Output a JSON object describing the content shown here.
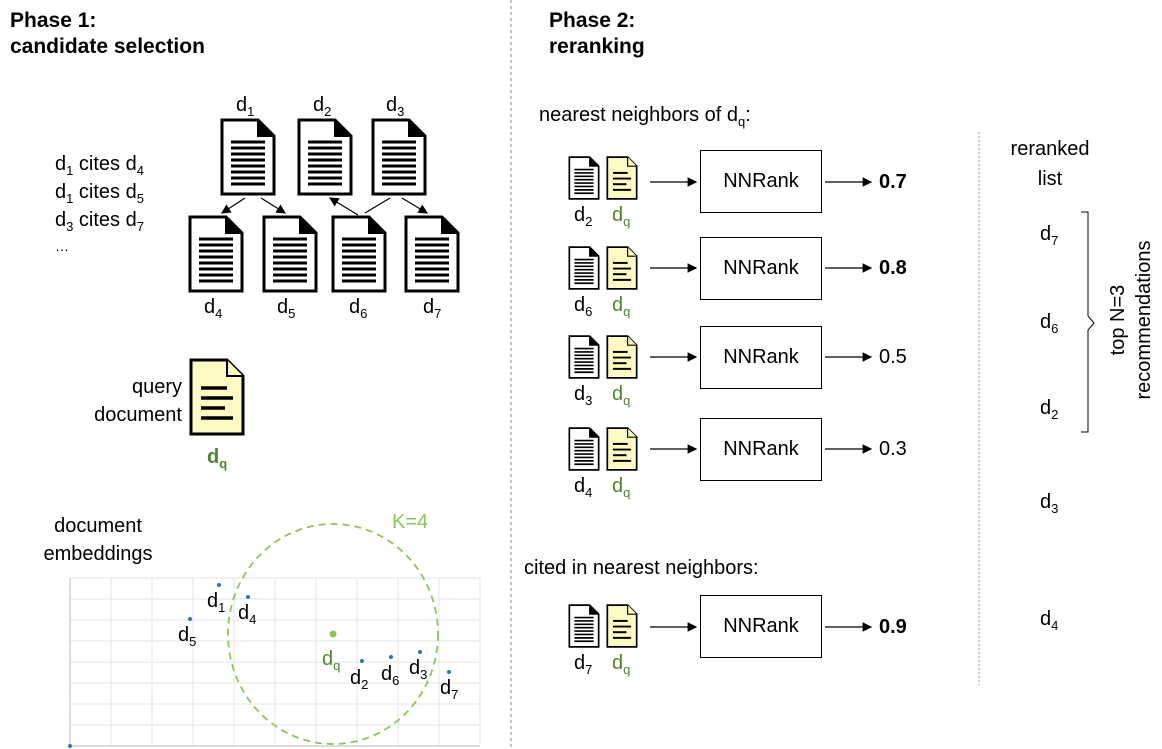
{
  "phase1": {
    "title_line1": "Phase 1:",
    "title_line2": "candidate selection"
  },
  "phase2": {
    "title_line1": "Phase 2:",
    "title_line2": "reranking"
  },
  "citations": [
    {
      "a": "d",
      "a_sub": "1",
      "verb": " cites ",
      "b": "d",
      "b_sub": "4"
    },
    {
      "a": "d",
      "a_sub": "1",
      "verb": " cites ",
      "b": "d",
      "b_sub": "5"
    },
    {
      "a": "d",
      "a_sub": "3",
      "verb": " cites ",
      "b": "d",
      "b_sub": "7"
    }
  ],
  "citations_ellipsis": "…",
  "top_docs": [
    {
      "label": "d",
      "sub": "1"
    },
    {
      "label": "d",
      "sub": "2"
    },
    {
      "label": "d",
      "sub": "3"
    }
  ],
  "bottom_docs": [
    {
      "label": "d",
      "sub": "4"
    },
    {
      "label": "d",
      "sub": "5"
    },
    {
      "label": "d",
      "sub": "6"
    },
    {
      "label": "d",
      "sub": "7"
    }
  ],
  "query": {
    "line1": "query",
    "line2": "document",
    "label": "d",
    "sub": "q"
  },
  "embeddings": {
    "title_line1": "document",
    "title_line2": "embeddings",
    "k_label": "K=4",
    "points": [
      {
        "label": "d",
        "sub": "1"
      },
      {
        "label": "d",
        "sub": "4"
      },
      {
        "label": "d",
        "sub": "5"
      },
      {
        "label": "d",
        "sub": "q"
      },
      {
        "label": "d",
        "sub": "2"
      },
      {
        "label": "d",
        "sub": "6"
      },
      {
        "label": "d",
        "sub": "3"
      },
      {
        "label": "d",
        "sub": "7"
      }
    ]
  },
  "nn_header": {
    "text": "nearest neighbors of d",
    "sub": "q",
    "suffix": ":"
  },
  "cited_header": "cited in nearest neighbors:",
  "model_label": "NNRank",
  "rank_rows": [
    {
      "doc": "d",
      "doc_sub": "2",
      "q": "d",
      "q_sub": "q",
      "score": "0.7",
      "bold": true
    },
    {
      "doc": "d",
      "doc_sub": "6",
      "q": "d",
      "q_sub": "q",
      "score": "0.8",
      "bold": true
    },
    {
      "doc": "d",
      "doc_sub": "3",
      "q": "d",
      "q_sub": "q",
      "score": "0.5",
      "bold": false
    },
    {
      "doc": "d",
      "doc_sub": "4",
      "q": "d",
      "q_sub": "q",
      "score": "0.3",
      "bold": false
    },
    {
      "doc": "d",
      "doc_sub": "7",
      "q": "d",
      "q_sub": "q",
      "score": "0.9",
      "bold": true
    }
  ],
  "reranked": {
    "title_line1": "reranked",
    "title_line2": "list",
    "items": [
      {
        "label": "d",
        "sub": "7"
      },
      {
        "label": "d",
        "sub": "6"
      },
      {
        "label": "d",
        "sub": "2"
      },
      {
        "label": "d",
        "sub": "3"
      },
      {
        "label": "d",
        "sub": "4"
      }
    ],
    "top_label_line1": "top N=3",
    "top_label_line2": "recommendations"
  },
  "colors": {
    "green": "#548235",
    "doc_yellow": "#FFF9C4",
    "dashed_green": "#8CC65A",
    "point_blue": "#2E75B6"
  },
  "icons": {
    "document": "document-icon",
    "query_document": "query-document-icon",
    "arrow": "arrow-icon"
  }
}
